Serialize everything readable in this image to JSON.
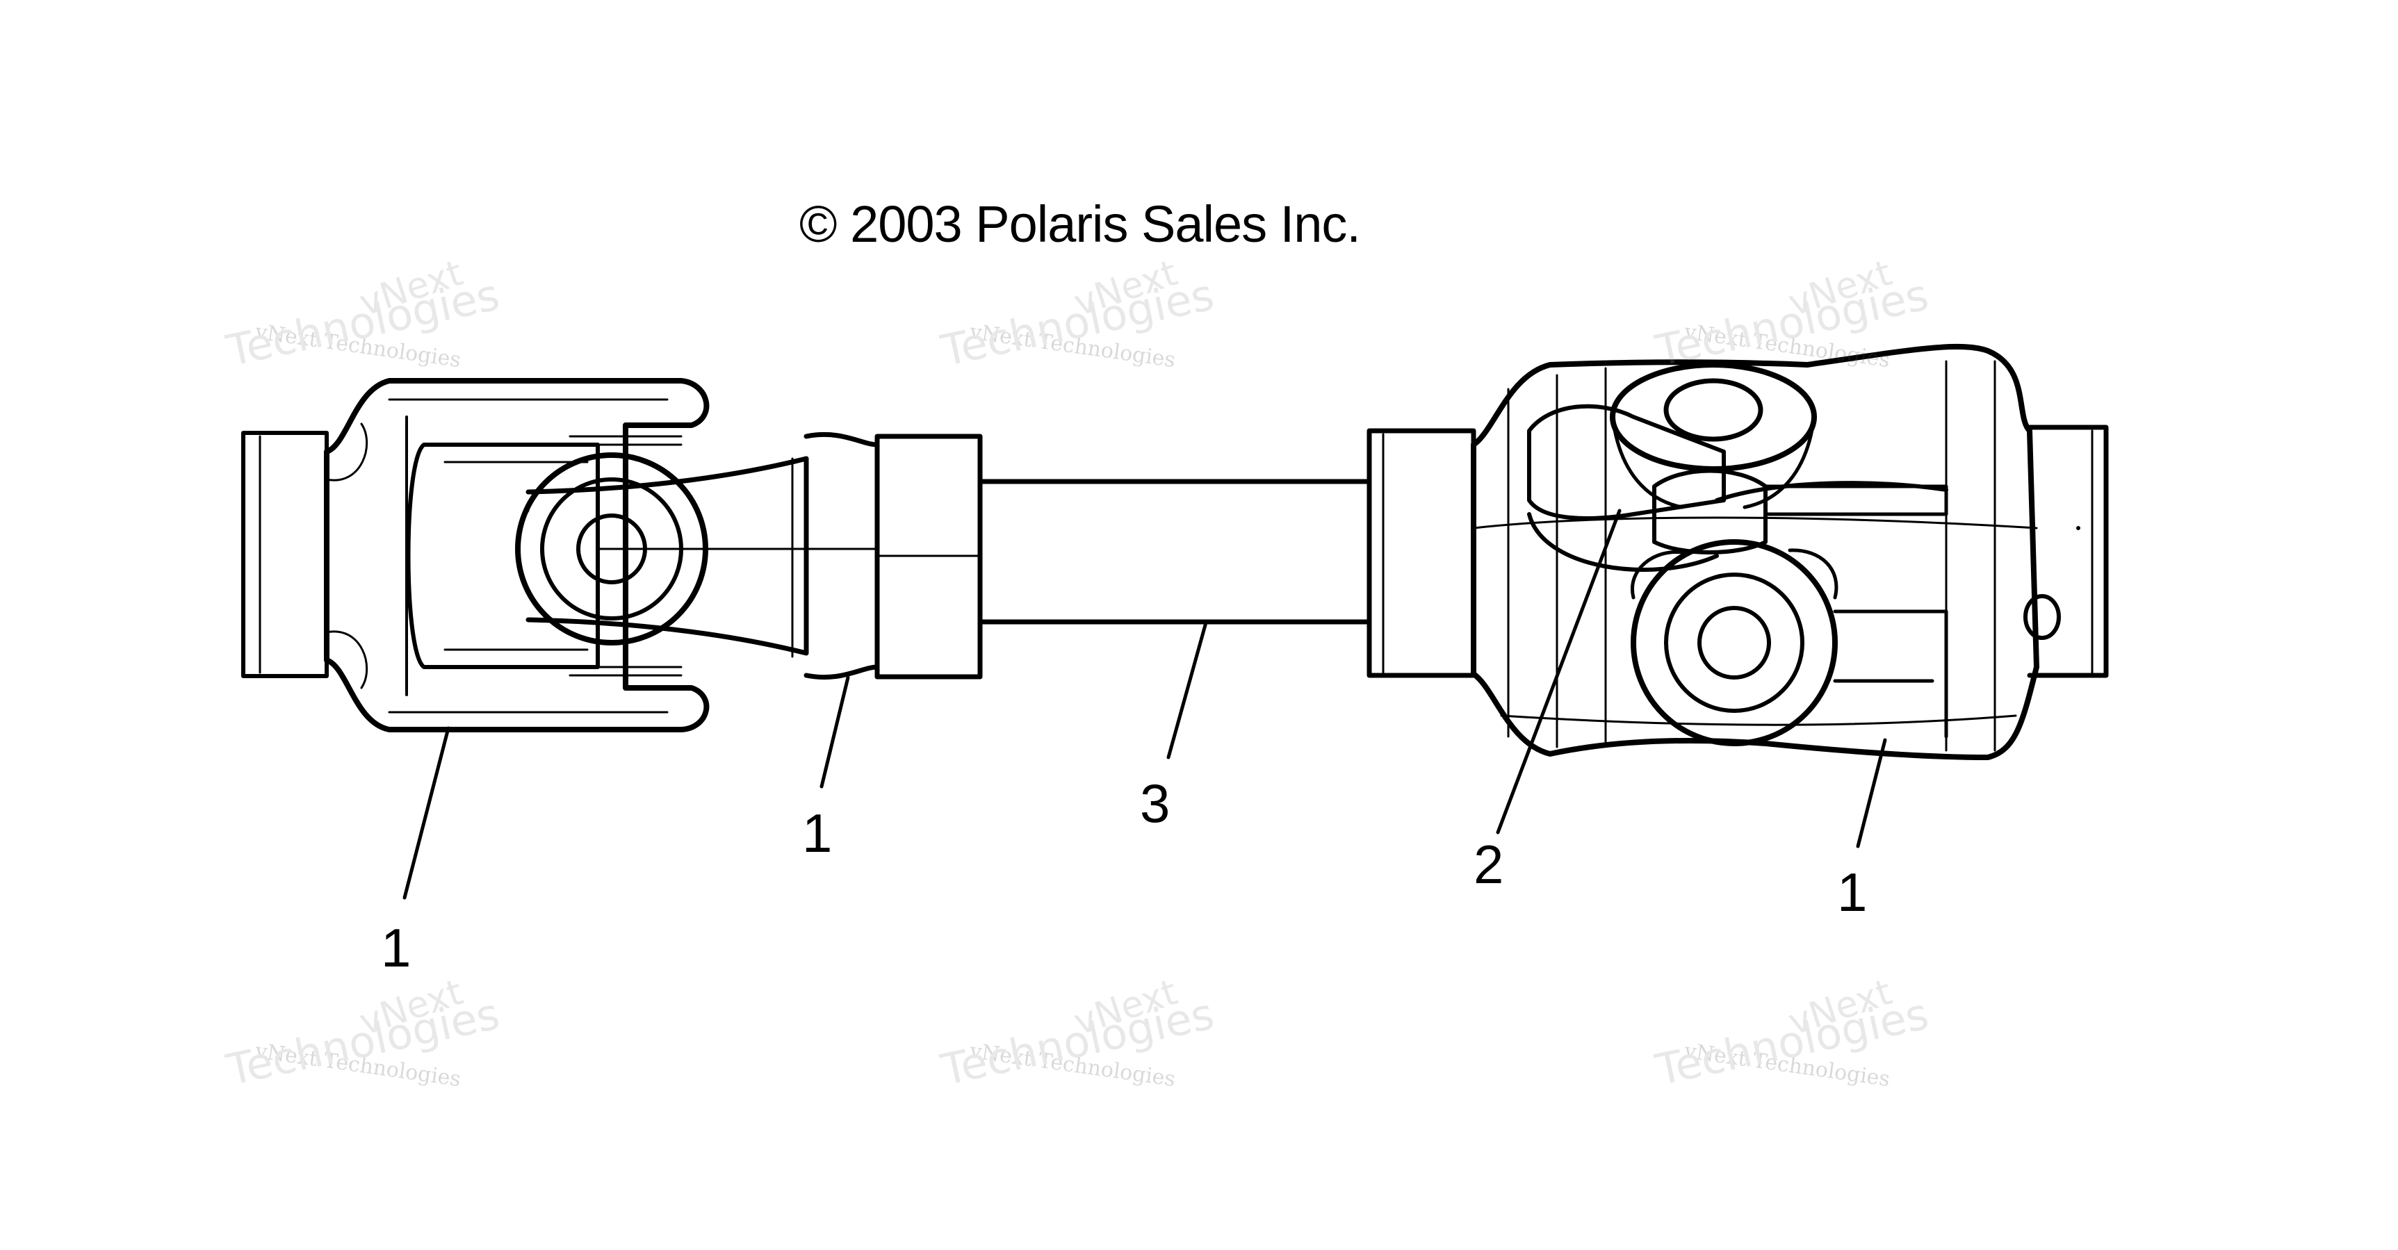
{
  "copyright": "© 2003 Polaris Sales Inc.",
  "callouts": {
    "left_yoke": "1",
    "left_mid": "1",
    "shaft": "3",
    "cross": "2",
    "right_yoke": "1"
  },
  "watermark": {
    "brand_top": "vNext",
    "brand_line": "vNext Technologies",
    "brand_big": "Technologies"
  },
  "colors": {
    "line": "#000000",
    "background": "#ffffff",
    "watermark": "#9a9a9a"
  }
}
